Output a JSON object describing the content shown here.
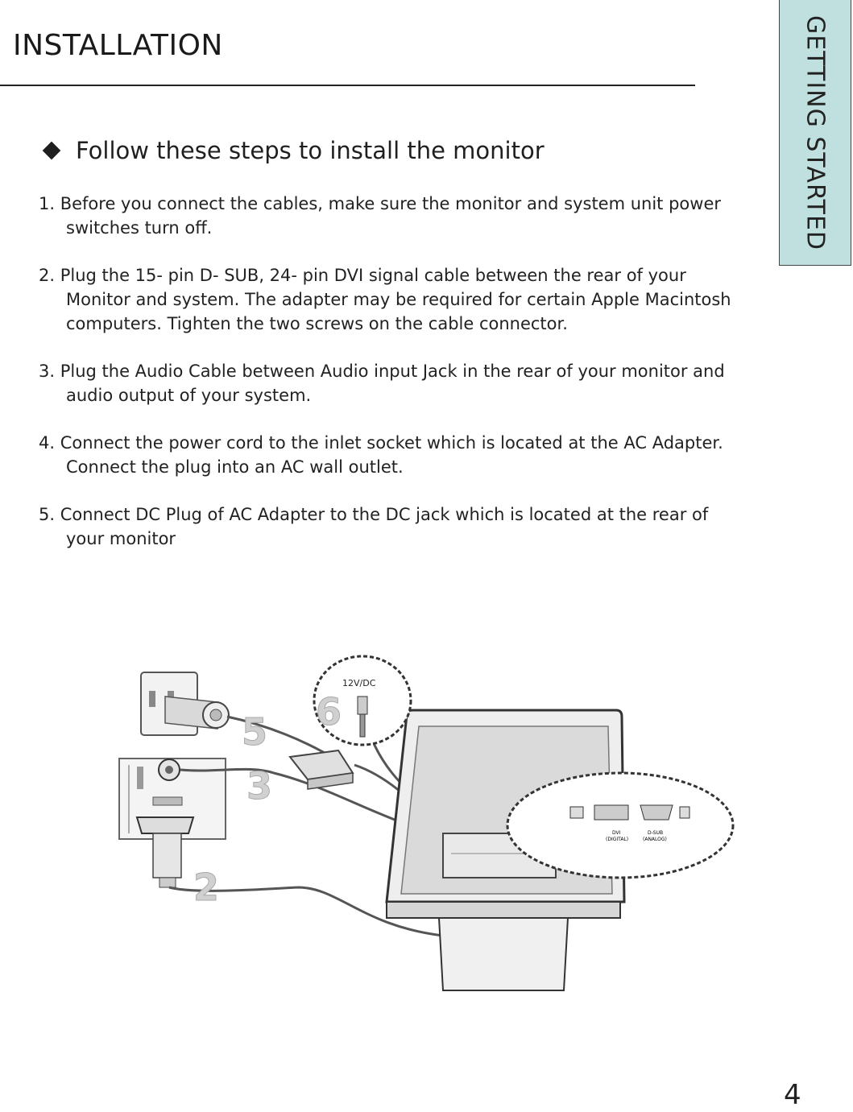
{
  "header": {
    "title": "INSTALLATION",
    "side_tab": "GETTING STARTED"
  },
  "section": {
    "heading": "Follow these steps to install the monitor"
  },
  "steps": [
    "1. Before you connect the cables, make sure the monitor and system unit power switches turn off.",
    "2. Plug the 15- pin D- SUB, 24- pin DVI signal cable between the rear of your Monitor and system. The adapter may be required for certain Apple Macintosh computers. Tighten the two screws on the cable connector.",
    "3. Plug the Audio Cable between Audio input Jack in the rear of your monitor and audio output of your system.",
    "4. Connect the power cord to the inlet socket which is located at the AC Adapter. Connect the plug into an AC wall outlet.",
    "5. Connect DC Plug of AC Adapter to the DC jack which is located at the rear of your monitor"
  ],
  "figure": {
    "callouts": [
      "5",
      "6",
      "3",
      "2"
    ],
    "dc_label": "12V/DC",
    "port_labels": {
      "dvi": "DVI",
      "dvi_sub": "(DIGITAL)",
      "dsub": "D-SUB",
      "dsub_sub": "(ANALOG)"
    }
  },
  "footer": {
    "page_number": "4"
  }
}
